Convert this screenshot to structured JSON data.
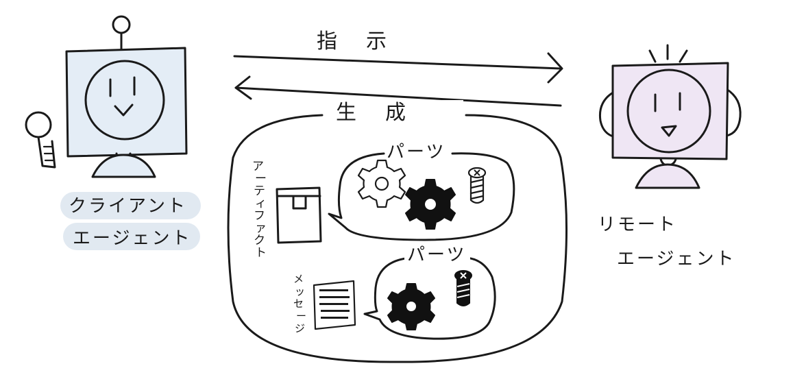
{
  "client_agent": {
    "label_line1": "クライアント",
    "label_line2": "エージェント",
    "screen_color": "#e4edf6",
    "label_highlight": "#e1e9f1"
  },
  "remote_agent": {
    "label_line1": "リモート",
    "label_line2": "エージェント",
    "screen_color": "#efe6f4"
  },
  "arrows": {
    "instruction_label": "指　示",
    "generation_label": "生　成"
  },
  "artifact": {
    "label": "アーティファクト",
    "parts_label": "パーツ"
  },
  "message": {
    "label": "メッセージ",
    "parts_label": "パーツ"
  },
  "icons": [
    "robot-icon",
    "gear-icon",
    "screw-icon",
    "folder-icon",
    "document-icon"
  ]
}
